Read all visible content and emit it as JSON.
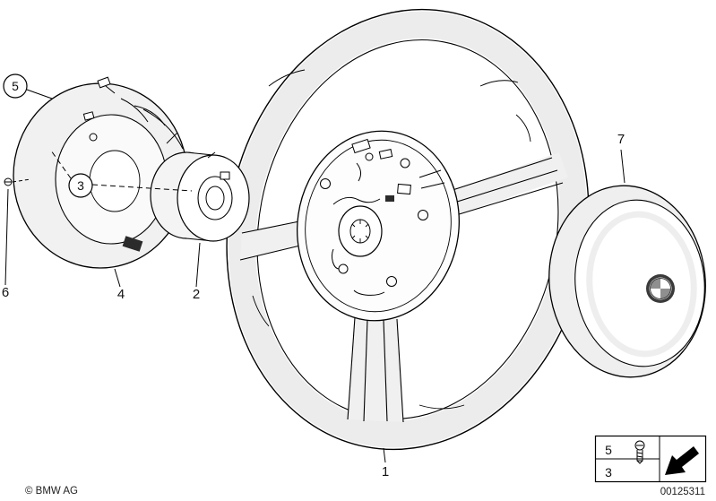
{
  "diagram": {
    "type": "exploded-parts-diagram",
    "subject": "steering-wheel-with-airbag"
  },
  "colors": {
    "line": "#000000",
    "shade_light": "#efefef",
    "shade_mid": "#dedede",
    "background": "#ffffff",
    "connector_dark": "#2b2b2b"
  },
  "callouts": {
    "part1": "1",
    "part2": "2",
    "part3": "3",
    "part4": "4",
    "part5": "5",
    "part6": "6",
    "part7": "7"
  },
  "legend": {
    "screw_row_label": "5",
    "arrow_row_label": "3"
  },
  "icons": {
    "screw": "screw-icon",
    "direction_arrow": "direction-arrow-icon",
    "bmw_roundel": "bmw-roundel-icon"
  },
  "footer": {
    "copyright": "© BMW AG",
    "document_number": "00125311"
  }
}
